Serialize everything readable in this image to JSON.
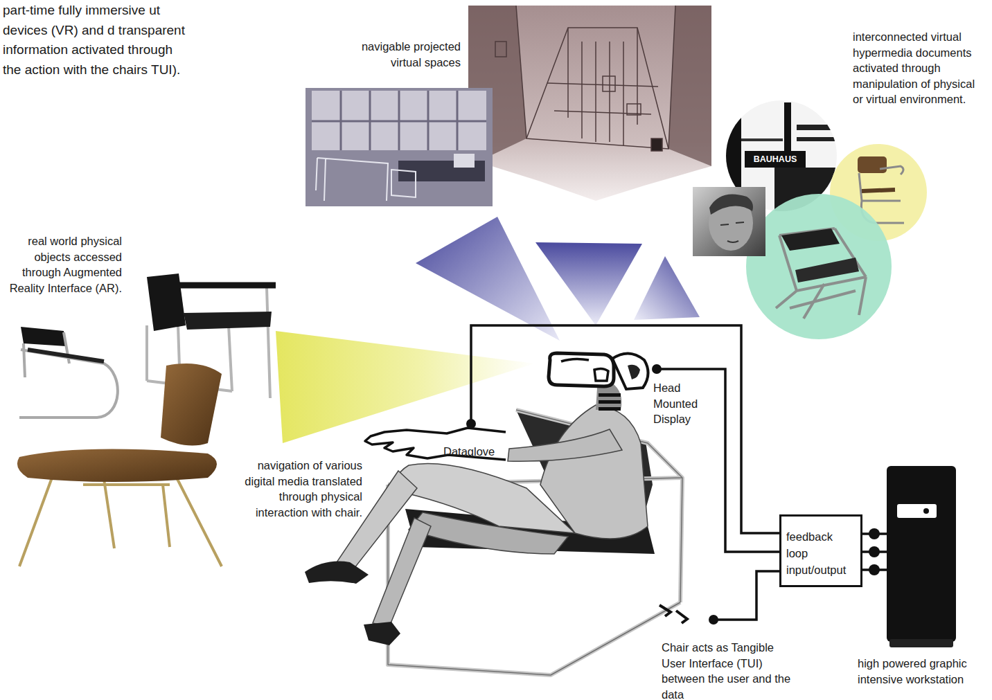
{
  "diagram": {
    "nodes": [
      {
        "text": [
          "Dataglove"
        ]
      },
      {
        "text": [
          "Head Mounted Display"
        ]
      },
      {
        "text": [
          "Chair acts as Tangible User Interface (TUI) between the user and the data"
        ]
      },
      {
        "text": [
          "feedback loop input/output"
        ]
      },
      {
        "text": [
          "high powered graphic intensive workstation"
        ]
      }
    ],
    "edges": [
      {
        "from": 0,
        "to": 3,
        "arrow": "none"
      },
      {
        "from": 1,
        "to": 3,
        "arrow": "none"
      },
      {
        "from": 2,
        "to": 3,
        "arrow": "none"
      },
      {
        "from": 3,
        "to": 4,
        "arrow": "none"
      },
      {
        "from": 3,
        "to": 4,
        "arrow": "none"
      },
      {
        "from": 3,
        "to": 4,
        "arrow": "none"
      }
    ],
    "labels": [
      "part-time fully immersive ut devices (VR) and d transparent information activated through the action with the chairs TUI).",
      "navigable projected virtual spaces",
      "interconnected virtual hypermedia documents activated through manipulation of physical or virtual environment.",
      "BAUHAUS",
      "real world physical objects accessed through Augmented Reality Interface (AR).",
      "navigation of various digital media translated through physical interaction with chair."
    ]
  }
}
